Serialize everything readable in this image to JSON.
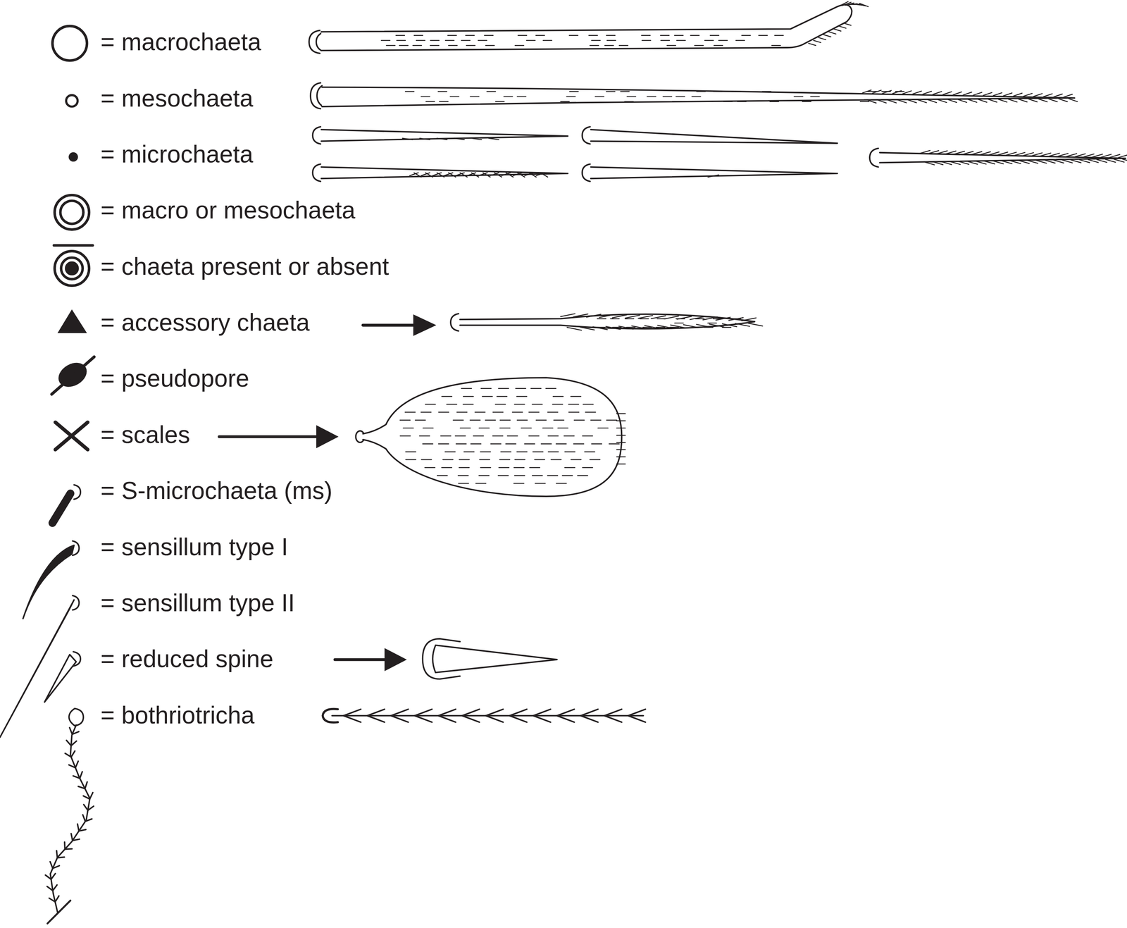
{
  "diagram": {
    "legend": [
      {
        "text": "= macrochaeta"
      },
      {
        "text": "= mesochaeta"
      },
      {
        "text": "= microchaeta"
      },
      {
        "text": "= macro or mesochaeta"
      },
      {
        "text": "= chaeta present or absent"
      },
      {
        "text": "= accessory chaeta"
      },
      {
        "text": "= pseudopore"
      },
      {
        "text": "= scales"
      },
      {
        "text": "= S-microchaeta (ms)"
      },
      {
        "text": "= sensillum type I"
      },
      {
        "text": "= sensillum type II"
      },
      {
        "text": "= reduced spine"
      },
      {
        "text": "= bothriotricha"
      }
    ]
  }
}
